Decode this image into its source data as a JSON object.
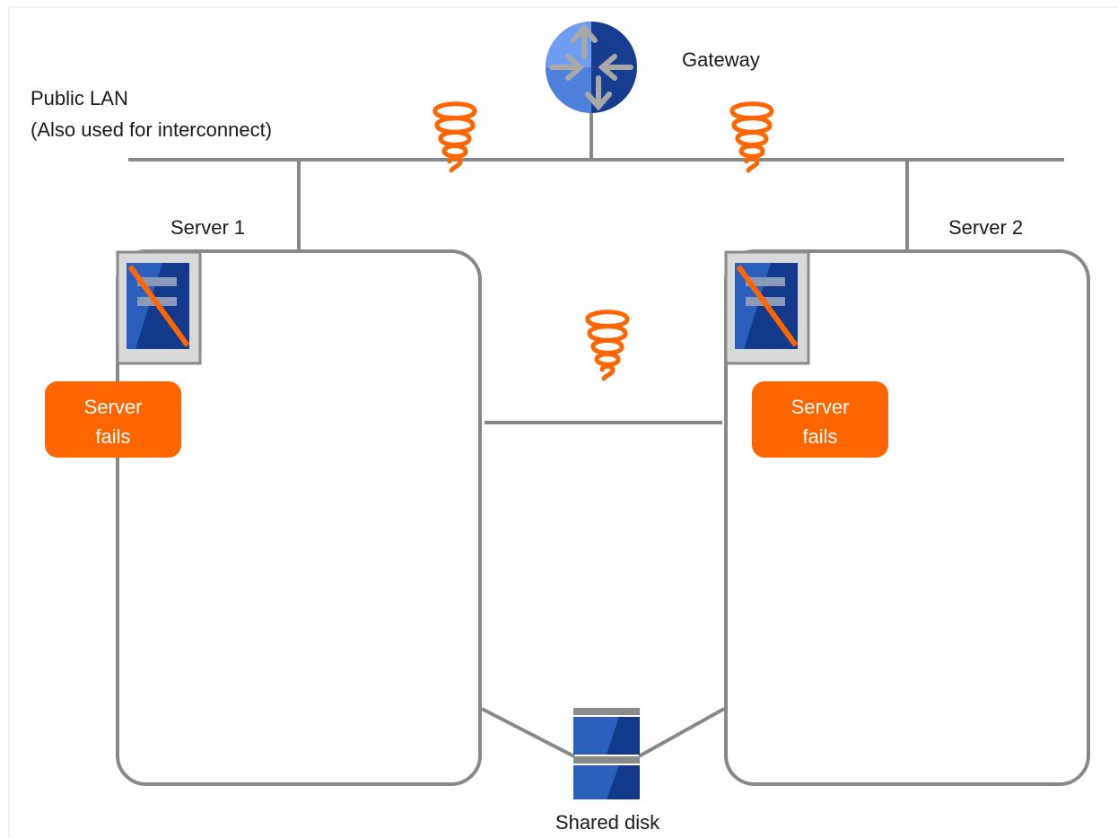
{
  "gateway": {
    "label": "Gateway"
  },
  "public_lan": {
    "label_line1": "Public LAN",
    "label_line2": "(Also used for interconnect)"
  },
  "servers": [
    {
      "label": "Server 1",
      "status_line1": "Server",
      "status_line2": "fails"
    },
    {
      "label": "Server 2",
      "status_line1": "Server",
      "status_line2": "fails"
    }
  ],
  "shared_disk": {
    "label": "Shared disk"
  },
  "colors": {
    "line": "#888888",
    "server_box_stroke": "#888888",
    "badge_fill": "#ff6600",
    "spiral": "#ff6600",
    "server_icon_blue": "#2a5fbd",
    "server_icon_dark": "#123a8c",
    "server_icon_frame": "#d9d9d9",
    "gateway_light": "#6e9cf0",
    "gateway_dark": "#163d8f"
  }
}
